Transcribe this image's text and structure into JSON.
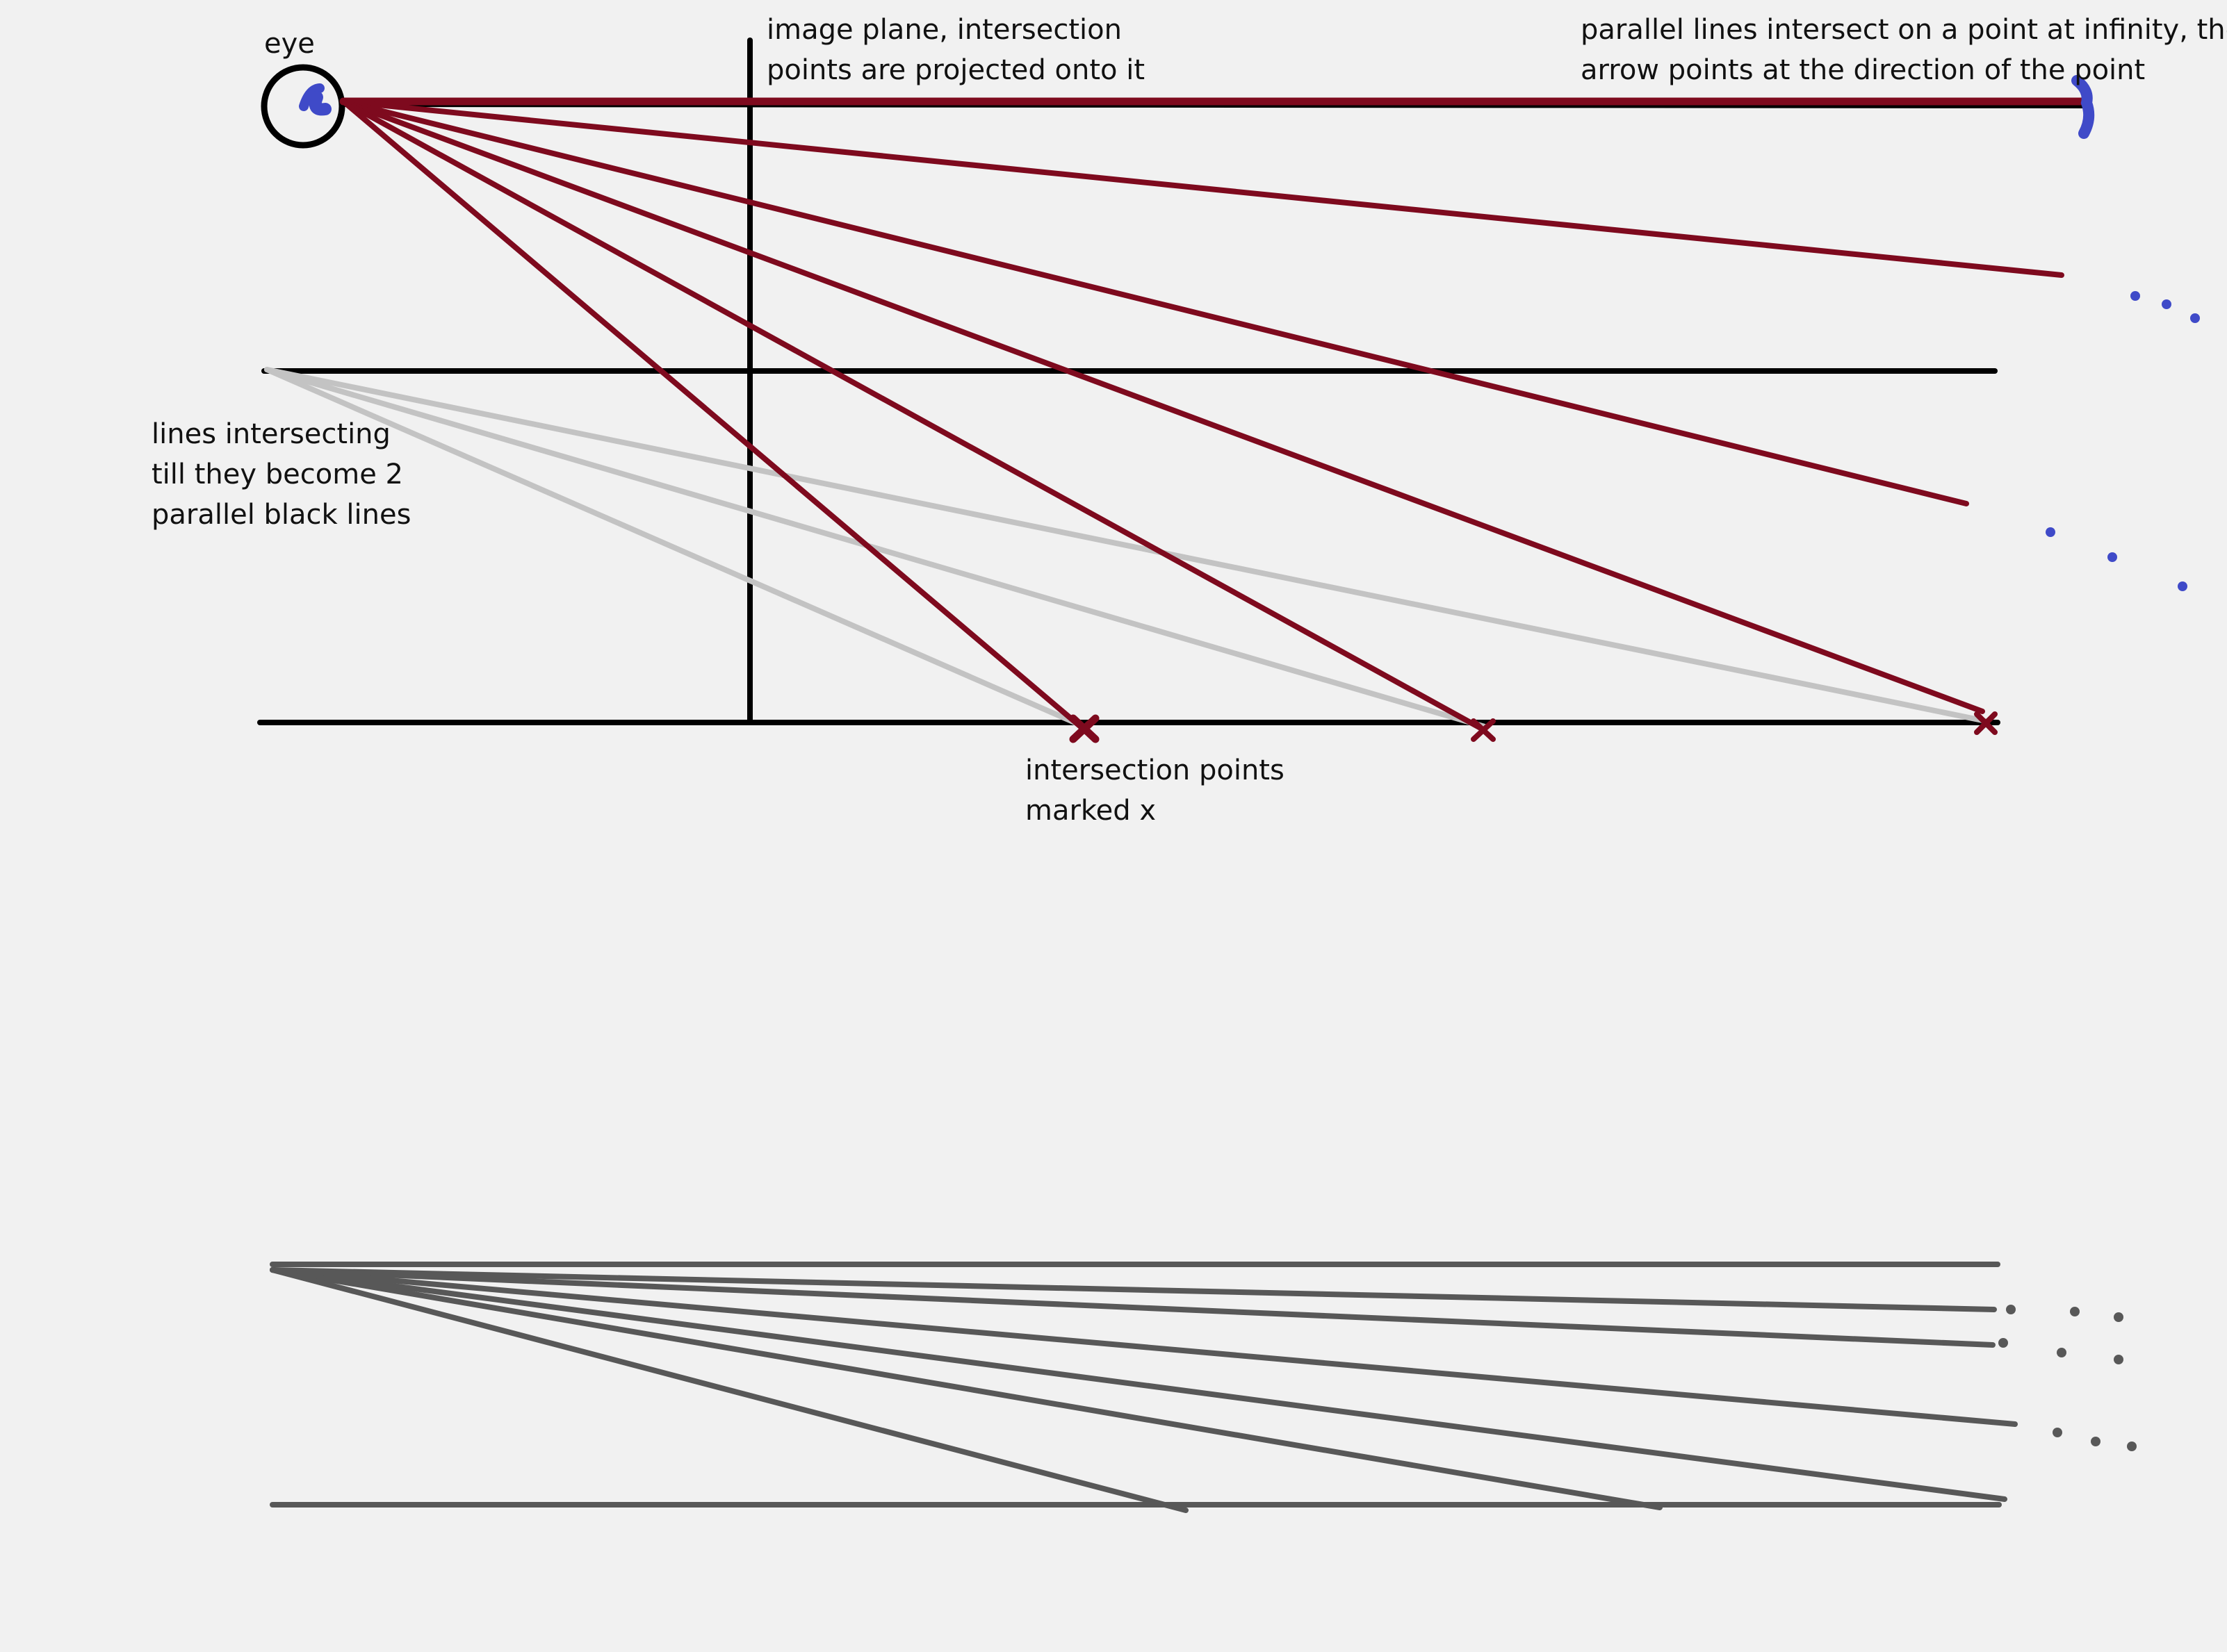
{
  "annotations": {
    "eye": "eye",
    "image_plane": "image plane, intersection\npoints are projected onto it",
    "infinity": "parallel lines intersect on a point at infinity, the\narrow points at the direction of the point",
    "converging": "lines intersecting\ntill they become 2\nparallel black lines",
    "intersections": "intersection points\nmarked x"
  },
  "colors": {
    "background": "#f1f1f1",
    "structure": "#000000",
    "ray": "#7e0a1e",
    "construction": "#c3c3c3",
    "marker": "#3f4ac8",
    "lower_fan": "#585858"
  },
  "icons": {
    "eye": "eye-circle-icon",
    "infinity_arrow": "arrow-head-icon",
    "intersection": "x-mark-icon",
    "continuation": "ellipsis-dots-icon"
  }
}
